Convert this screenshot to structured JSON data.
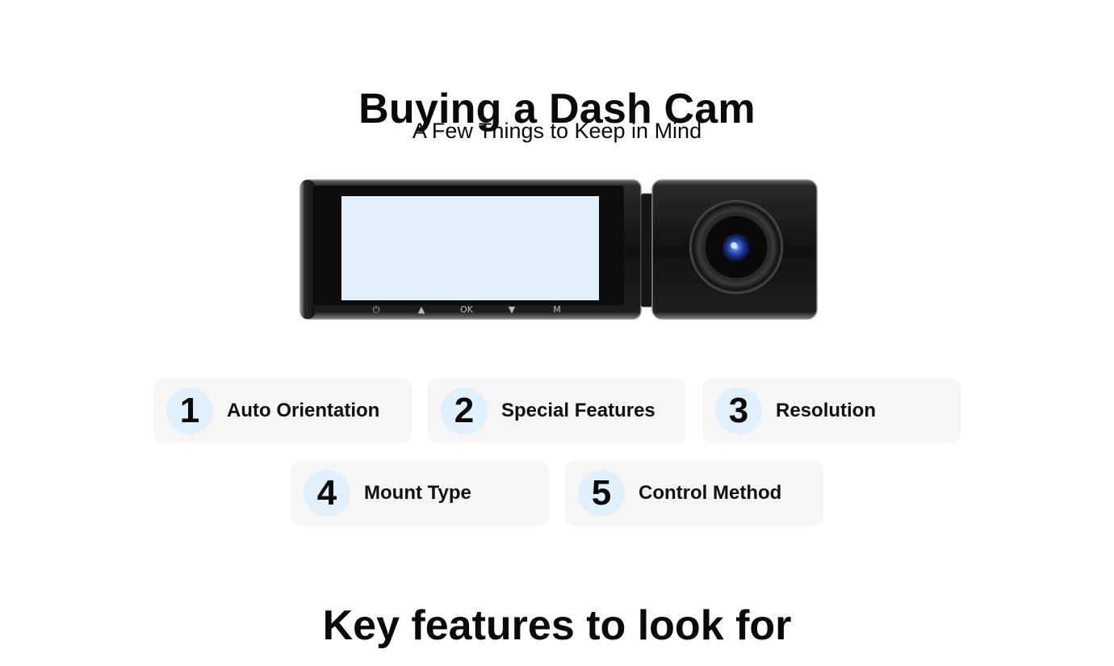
{
  "header": {
    "title": "Buying a Dash Cam",
    "subtitle": "A Few Things to Keep in Mind"
  },
  "product": {
    "button_glyphs": [
      "⏻",
      "▲",
      "OK",
      "▼",
      "M"
    ],
    "screen_color": "#e1effb",
    "lens_color": "#2a57d6"
  },
  "features": [
    {
      "number": "1",
      "label": "Auto Orientation"
    },
    {
      "number": "2",
      "label": "Special Features"
    },
    {
      "number": "3",
      "label": "Resolution"
    },
    {
      "number": "4",
      "label": "Mount Type"
    },
    {
      "number": "5",
      "label": "Control Method"
    }
  ],
  "section": {
    "heading": "Key features to look for"
  },
  "colors": {
    "card_bg": "#f6f6f6",
    "badge_bg": "#e1f0fd",
    "text": "#0a0a0a"
  }
}
